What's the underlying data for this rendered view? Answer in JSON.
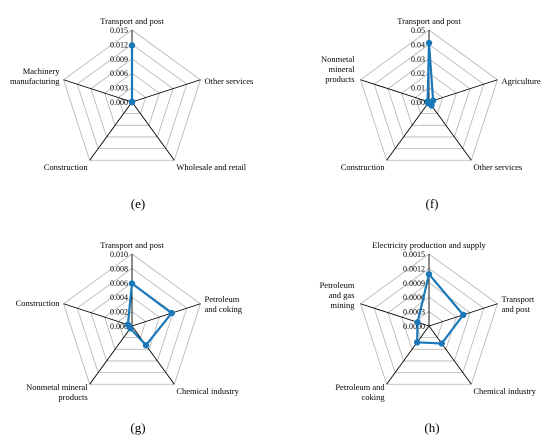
{
  "colors": {
    "series": "#1a78b8",
    "grid": "#b3b3b3",
    "spoke": "#000000"
  },
  "chart_data": [
    {
      "panel": "(e)",
      "type": "radar",
      "axes": [
        "Transport and post",
        "Other services",
        "Wholesale and retail",
        "Construction",
        "Machinery\nmanufacturing"
      ],
      "ticks": [
        "0.000",
        "0.003",
        "0.006",
        "0.009",
        "0.012",
        "0.015"
      ],
      "ylim": [
        0,
        0.015
      ],
      "grid_rings": 5,
      "series": [
        {
          "values": [
            0.0118,
            0.0,
            0.0,
            0.0,
            0.0
          ]
        }
      ]
    },
    {
      "panel": "(f)",
      "type": "radar",
      "axes": [
        "Transport and post",
        "Agriculture",
        "Other services",
        "Construction",
        "Nonmetal\nmineral\nproducts"
      ],
      "ticks": [
        "0.00",
        "0.01",
        "0.02",
        "0.03",
        "0.04",
        "0.05"
      ],
      "ylim": [
        0,
        0.05
      ],
      "grid_rings": 5,
      "series": [
        {
          "values": [
            0.041,
            0.003,
            0.003,
            0.001,
            0.001
          ]
        }
      ]
    },
    {
      "panel": "(g)",
      "type": "radar",
      "axes": [
        "Transport and post",
        "Petroleum\nand coking",
        "Chemical industry",
        "Nonmetal mineral\nproducts",
        "Construction"
      ],
      "ticks": [
        "0.000",
        "0.002",
        "0.004",
        "0.006",
        "0.008",
        "0.010"
      ],
      "ylim": [
        0,
        0.01
      ],
      "grid_rings": 5,
      "series": [
        {
          "values": [
            0.0059,
            0.0058,
            0.0033,
            0.0004,
            0.0006
          ]
        }
      ]
    },
    {
      "panel": "(h)",
      "type": "radar",
      "axes": [
        "Electricity production and supply",
        "Transport\nand post",
        "Chemical industry",
        "Petroleum and\ncoking",
        "Petroleum\nand gas\nmining"
      ],
      "ticks": [
        "0.0000",
        "0.0003",
        "0.0006",
        "0.0009",
        "0.0012",
        "0.0015"
      ],
      "ylim": [
        0,
        0.0015
      ],
      "grid_rings": 5,
      "series": [
        {
          "values": [
            0.00108,
            0.00075,
            0.00045,
            0.00042,
            0.00025
          ]
        }
      ]
    }
  ]
}
